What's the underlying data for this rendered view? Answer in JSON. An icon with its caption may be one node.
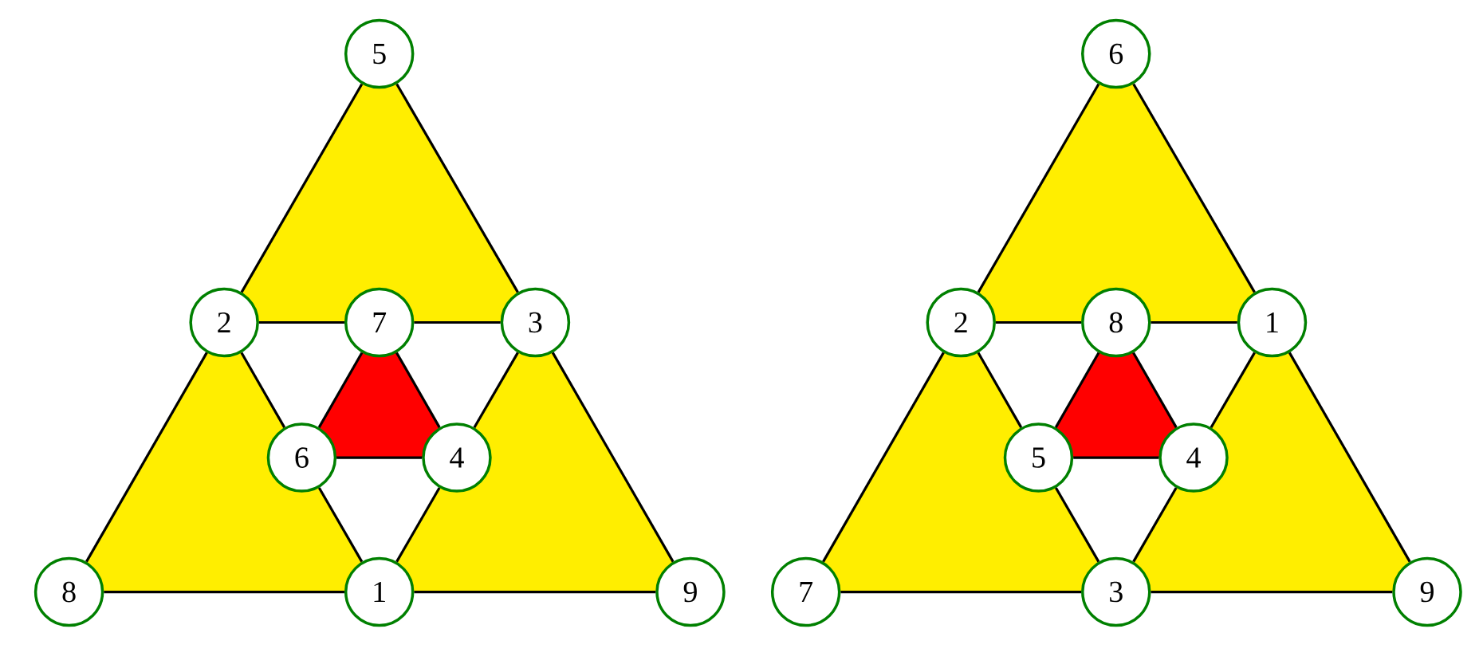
{
  "diagram": {
    "nodes": [
      {
        "text": [
          "5"
        ]
      },
      {
        "text": [
          "2"
        ]
      },
      {
        "text": [
          "7"
        ]
      },
      {
        "text": [
          "3"
        ]
      },
      {
        "text": [
          "6"
        ]
      },
      {
        "text": [
          "4"
        ]
      },
      {
        "text": [
          "8"
        ]
      },
      {
        "text": [
          "1"
        ]
      },
      {
        "text": [
          "9"
        ]
      },
      {
        "text": [
          "6"
        ]
      },
      {
        "text": [
          "2"
        ]
      },
      {
        "text": [
          "8"
        ]
      },
      {
        "text": [
          "1"
        ]
      },
      {
        "text": [
          "5"
        ]
      },
      {
        "text": [
          "4"
        ]
      },
      {
        "text": [
          "7"
        ]
      },
      {
        "text": [
          "3"
        ]
      },
      {
        "text": [
          "9"
        ]
      }
    ],
    "edges": [
      {
        "from": 0,
        "to": 1,
        "arrow": "none"
      },
      {
        "from": 0,
        "to": 3,
        "arrow": "none"
      },
      {
        "from": 1,
        "to": 2,
        "arrow": "none"
      },
      {
        "from": 2,
        "to": 3,
        "arrow": "none"
      },
      {
        "from": 1,
        "to": 6,
        "arrow": "none"
      },
      {
        "from": 1,
        "to": 4,
        "arrow": "none"
      },
      {
        "from": 3,
        "to": 5,
        "arrow": "none"
      },
      {
        "from": 3,
        "to": 8,
        "arrow": "none"
      },
      {
        "from": 2,
        "to": 4,
        "arrow": "none"
      },
      {
        "from": 2,
        "to": 5,
        "arrow": "none"
      },
      {
        "from": 4,
        "to": 5,
        "arrow": "none"
      },
      {
        "from": 4,
        "to": 7,
        "arrow": "none"
      },
      {
        "from": 5,
        "to": 7,
        "arrow": "none"
      },
      {
        "from": 6,
        "to": 7,
        "arrow": "none"
      },
      {
        "from": 7,
        "to": 8,
        "arrow": "none"
      },
      {
        "from": 9,
        "to": 10,
        "arrow": "none"
      },
      {
        "from": 9,
        "to": 12,
        "arrow": "none"
      },
      {
        "from": 10,
        "to": 11,
        "arrow": "none"
      },
      {
        "from": 11,
        "to": 12,
        "arrow": "none"
      },
      {
        "from": 10,
        "to": 15,
        "arrow": "none"
      },
      {
        "from": 10,
        "to": 13,
        "arrow": "none"
      },
      {
        "from": 12,
        "to": 14,
        "arrow": "none"
      },
      {
        "from": 12,
        "to": 17,
        "arrow": "none"
      },
      {
        "from": 11,
        "to": 13,
        "arrow": "none"
      },
      {
        "from": 11,
        "to": 14,
        "arrow": "none"
      },
      {
        "from": 13,
        "to": 14,
        "arrow": "none"
      },
      {
        "from": 13,
        "to": 16,
        "arrow": "none"
      },
      {
        "from": 14,
        "to": 16,
        "arrow": "none"
      },
      {
        "from": 15,
        "to": 16,
        "arrow": "none"
      },
      {
        "from": 16,
        "to": 17,
        "arrow": "none"
      }
    ]
  }
}
